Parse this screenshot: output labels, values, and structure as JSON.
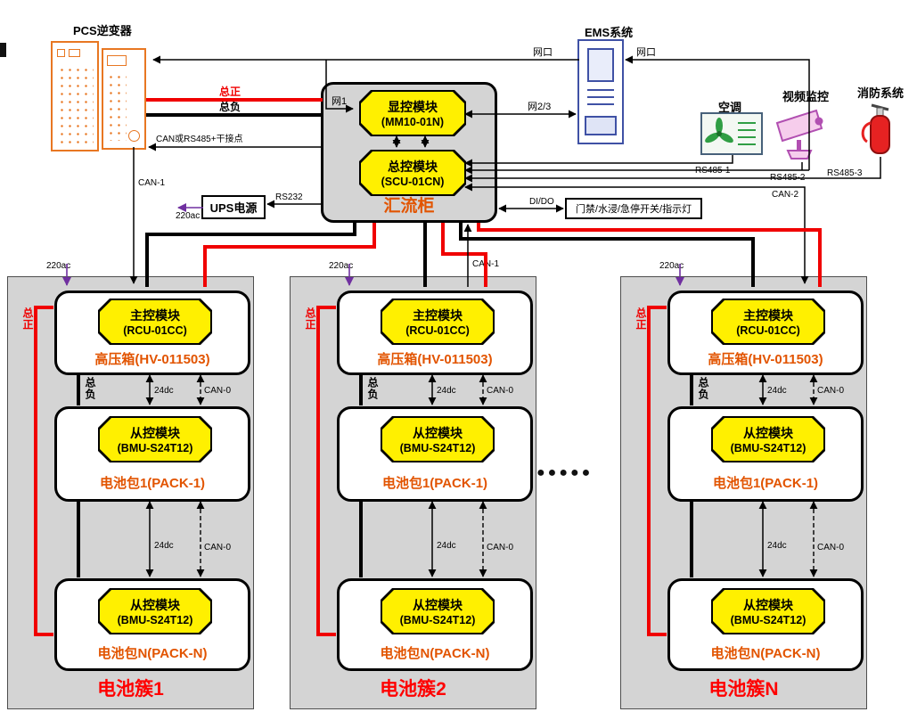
{
  "pcs": {
    "label": "PCS逆变器"
  },
  "combiner": {
    "label": "汇流柜",
    "display_module_name": "显控模块",
    "display_module_model": "(MM10-01N)",
    "master_module_name": "总控模块",
    "master_module_model": "(SCU-01CN)"
  },
  "ems": {
    "label": "EMS系统"
  },
  "aircon": {
    "label": "空调"
  },
  "video": {
    "label": "视频监控"
  },
  "fire": {
    "label": "消防系统"
  },
  "ups": {
    "label": "UPS电源"
  },
  "dido_panel": {
    "label": "门禁/水浸/急停开关/指示灯"
  },
  "labels": {
    "eth_left": "网口",
    "eth_right": "网口",
    "net1": "网1",
    "net23": "网2/3",
    "bus_pos": "总正",
    "bus_neg": "总负",
    "can_rs485": "CAN或RS485+干接点",
    "can1": "CAN-1",
    "can1_c2": "CAN-1",
    "can2": "CAN-2",
    "rs232": "RS232",
    "ac220": "220ac",
    "rs485_1": "RS485-1",
    "rs485_2": "RS485-2",
    "rs485_3": "RS485-3",
    "dido": "DI/DO"
  },
  "clusters": [
    {
      "name": "电池簇1",
      "ac220": "220ac",
      "pos": "总正",
      "neg": "总负",
      "hv_module": "主控模块",
      "hv_model": "(RCU-01CC)",
      "hv_label": "高压箱(HV-011503)",
      "p1_module": "从控模块",
      "p1_model": "(BMU-S24T12)",
      "p1_label": "电池包1(PACK-1)",
      "pn_module": "从控模块",
      "pn_model": "(BMU-S24T12)",
      "pn_label": "电池包N(PACK-N)",
      "dc24": "24dc",
      "can0": "CAN-0"
    },
    {
      "name": "电池簇2",
      "ac220": "220ac",
      "pos": "总正",
      "neg": "总负",
      "hv_module": "主控模块",
      "hv_model": "(RCU-01CC)",
      "hv_label": "高压箱(HV-011503)",
      "p1_module": "从控模块",
      "p1_model": "(BMU-S24T12)",
      "p1_label": "电池包1(PACK-1)",
      "pn_module": "从控模块",
      "pn_model": "(BMU-S24T12)",
      "pn_label": "电池包N(PACK-N)",
      "dc24": "24dc",
      "can0": "CAN-0"
    },
    {
      "name": "电池簇N",
      "ac220": "220ac",
      "pos": "总正",
      "neg": "总负",
      "hv_module": "主控模块",
      "hv_model": "(RCU-01CC)",
      "hv_label": "高压箱(HV-011503)",
      "p1_module": "从控模块",
      "p1_model": "(BMU-S24T12)",
      "p1_label": "电池包1(PACK-1)",
      "pn_module": "从控模块",
      "pn_model": "(BMU-S24T12)",
      "pn_label": "电池包N(PACK-N)",
      "dc24": "24dc",
      "can0": "CAN-0"
    }
  ],
  "ellipsis": "●●●●●",
  "colors": {
    "module_yellow": "#fff000",
    "cabinet_gray": "#d4d4d4",
    "bus_positive_red": "#f00000",
    "label_orange": "#e25400",
    "cluster_name_red": "#ff0000"
  }
}
